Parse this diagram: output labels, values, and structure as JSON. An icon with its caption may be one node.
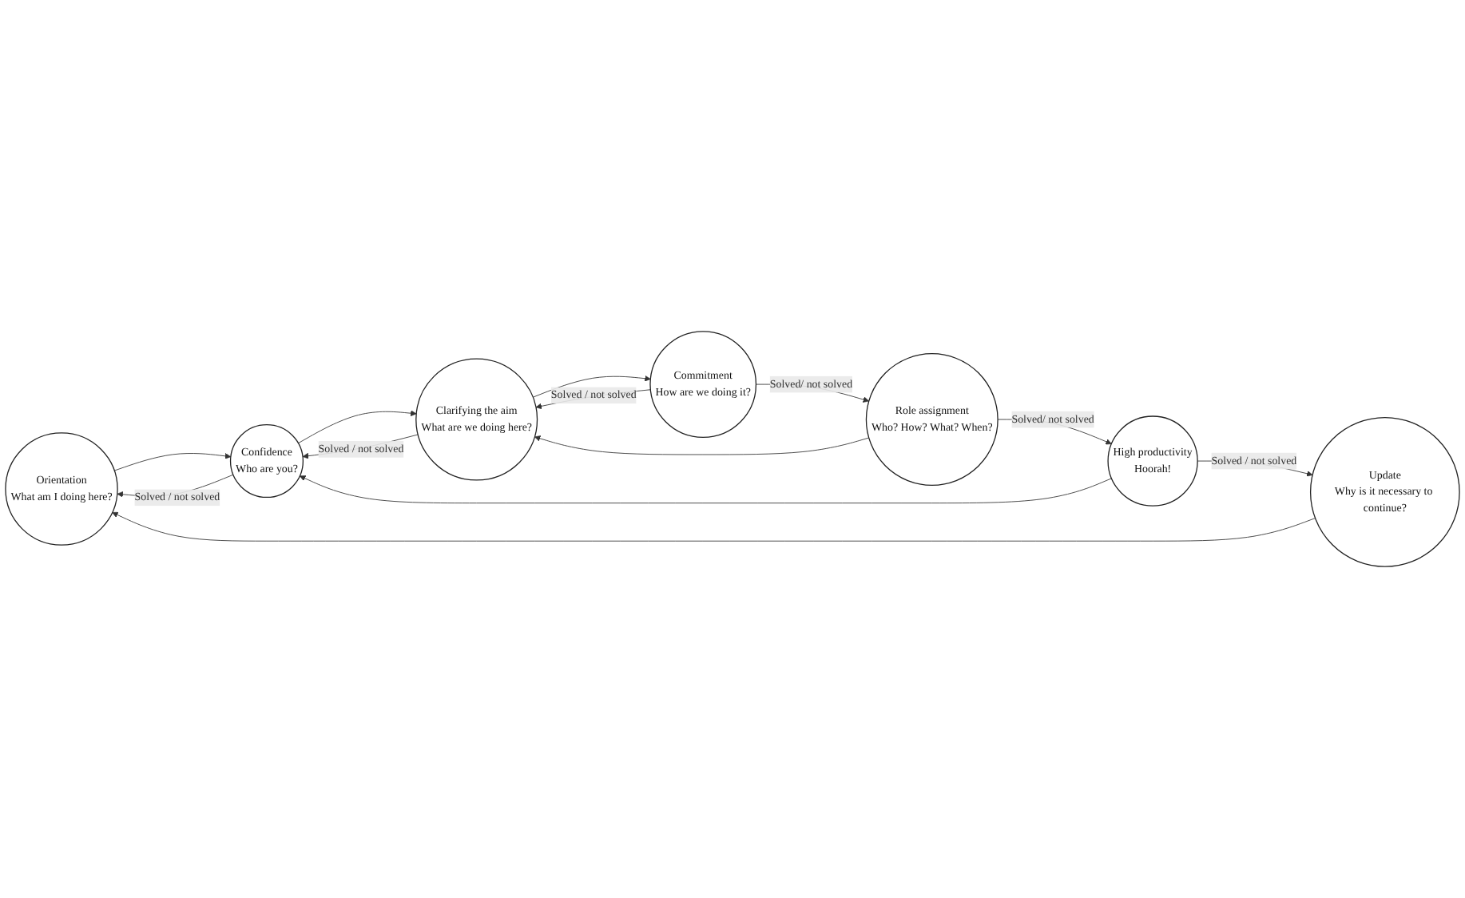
{
  "diagram": {
    "nodes": [
      {
        "text": [
          "Orientation",
          "What am I doing here?"
        ]
      },
      {
        "text": [
          "Confidence",
          "Who are you?"
        ]
      },
      {
        "text": [
          "Clarifying the aim",
          "What are we doing here?"
        ]
      },
      {
        "text": [
          "Commitment",
          "How are we doing it?"
        ]
      },
      {
        "text": [
          "Role assignment",
          "Who? How? What? When?"
        ]
      },
      {
        "text": [
          "High productivity",
          "Hoorah!"
        ]
      },
      {
        "text": [
          "Update",
          "Why is it necessary to continue?"
        ]
      }
    ],
    "edges": [
      {
        "from": 0,
        "to": 1,
        "arrow": "to"
      },
      {
        "from": 1,
        "to": 0,
        "arrow": "to",
        "label": "Solved / not solved"
      },
      {
        "from": 1,
        "to": 2,
        "arrow": "to"
      },
      {
        "from": 2,
        "to": 1,
        "arrow": "to",
        "label": "Solved / not solved"
      },
      {
        "from": 2,
        "to": 3,
        "arrow": "to"
      },
      {
        "from": 3,
        "to": 2,
        "arrow": "to",
        "label": "Solved / not solved"
      },
      {
        "from": 3,
        "to": 4,
        "arrow": "to",
        "label": "Solved/ not solved"
      },
      {
        "from": 4,
        "to": 5,
        "arrow": "to",
        "label": "Solved/ not solved"
      },
      {
        "from": 5,
        "to": 6,
        "arrow": "to",
        "label": "Solved / not solved"
      },
      {
        "from": 6,
        "to": 0,
        "arrow": "to"
      },
      {
        "from": 5,
        "to": 1,
        "arrow": "to"
      },
      {
        "from": 4,
        "to": 2,
        "arrow": "to"
      }
    ]
  }
}
